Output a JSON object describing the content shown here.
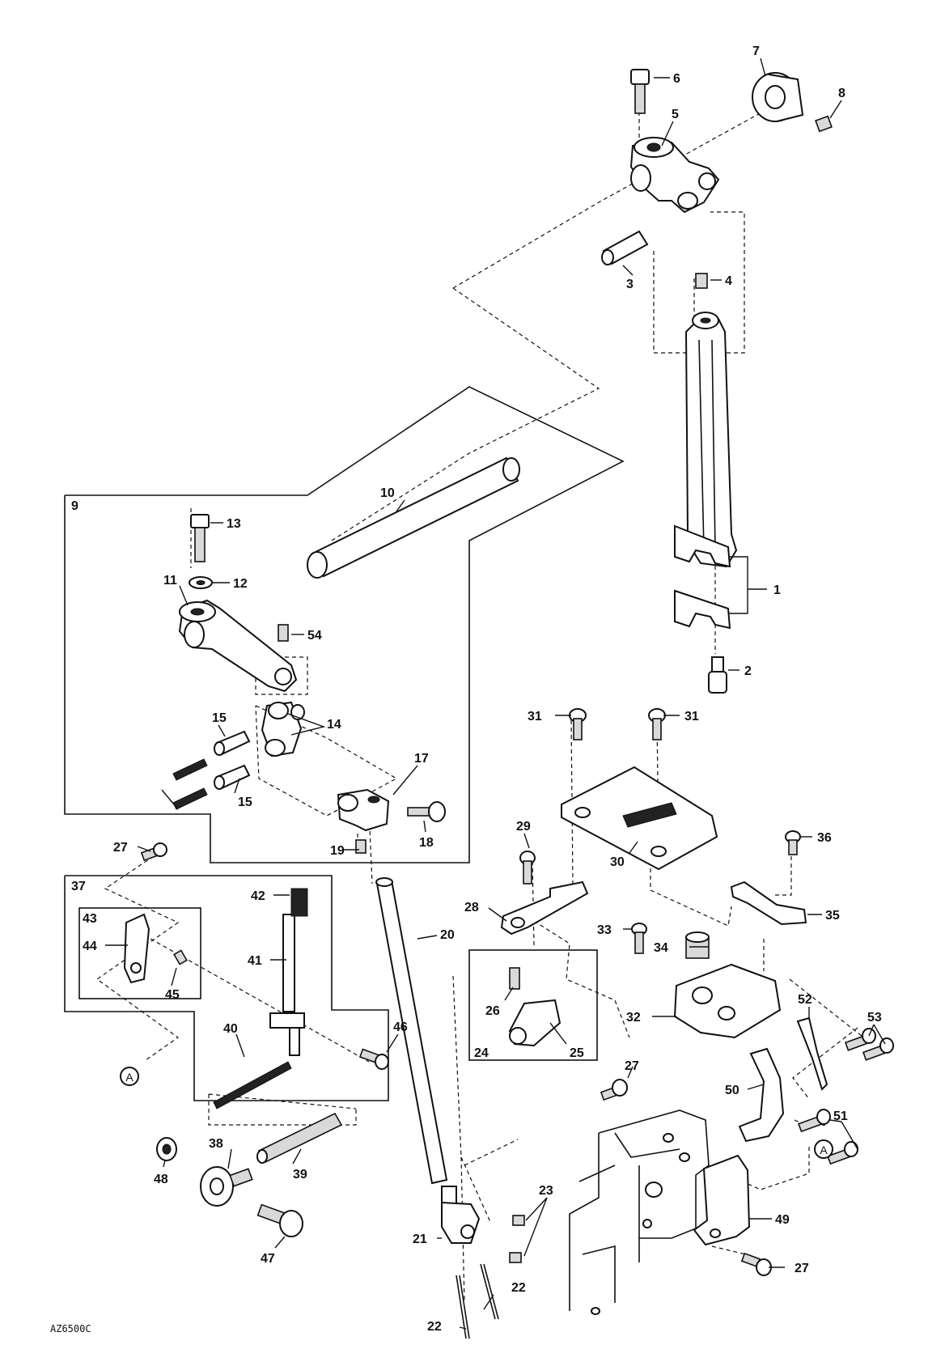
{
  "labels": {
    "p1": "1",
    "p2": "2",
    "p3": "3",
    "p4": "4",
    "p5": "5",
    "p6": "6",
    "p7": "7",
    "p8": "8",
    "p9": "9",
    "p10": "10",
    "p11": "11",
    "p12": "12",
    "p13": "13",
    "p14": "14",
    "p15a": "15",
    "p15b": "15",
    "p17": "17",
    "p18": "18",
    "p19": "19",
    "p20": "20",
    "p21": "21",
    "p22a": "22",
    "p22b": "22",
    "p23": "23",
    "p24": "24",
    "p25": "25",
    "p26": "26",
    "p27a": "27",
    "p27b": "27",
    "p27c": "27",
    "p28": "28",
    "p29": "29",
    "p30": "30",
    "p31a": "31",
    "p31b": "31",
    "p32": "32",
    "p33": "33",
    "p34": "34",
    "p35": "35",
    "p36": "36",
    "p37": "37",
    "p38": "38",
    "p39": "39",
    "p40": "40",
    "p41": "41",
    "p42": "42",
    "p43": "43",
    "p44": "44",
    "p45": "45",
    "p46": "46",
    "p47": "47",
    "p48": "48",
    "p49": "49",
    "p50": "50",
    "p51": "51",
    "p52": "52",
    "p53": "53",
    "p54": "54"
  },
  "refs": {
    "a1": "A",
    "a2": "A"
  },
  "caption": "AZ6500C"
}
